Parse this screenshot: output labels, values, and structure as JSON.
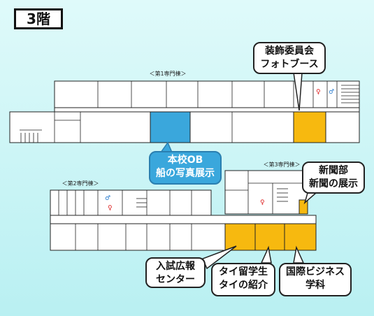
{
  "floor_label": "3階",
  "buildings": {
    "building1": "＜第1専門棟＞",
    "building2": "＜第2専門棟＞",
    "building3": "＜第3専門棟＞"
  },
  "callouts": {
    "decoration_committee": {
      "line1": "装飾委員会",
      "line2": "フォトブース"
    },
    "alumni_ship": {
      "line1": "本校OB",
      "line2": "船の写真展示"
    },
    "newspaper": {
      "line1": "新聞部",
      "line2": "新聞の展示"
    },
    "admissions": {
      "line1": "入試広報",
      "line2": "センター"
    },
    "thai_study": {
      "line1": "タイ留学生",
      "line2": "タイの紹介"
    },
    "business_dept": {
      "line1": "国際ビジネス",
      "line2": "学科"
    }
  },
  "colors": {
    "highlight_yellow": "#f7b90f",
    "highlight_blue": "#3aa7dc",
    "background": "#c8f3f5"
  }
}
